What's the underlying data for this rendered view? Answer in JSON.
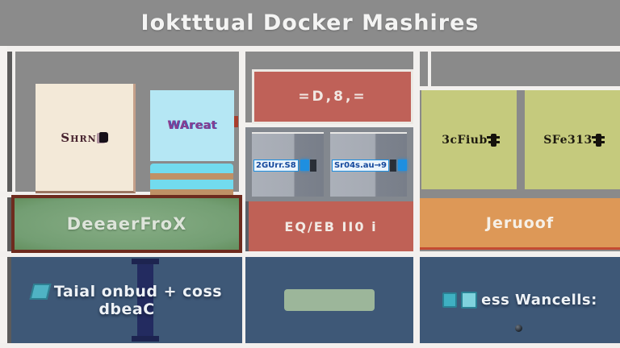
{
  "title": "Ioktttual Docker Mashires",
  "palette": {
    "background_grey": "#8a8a8a",
    "cream": "#f3e9d8",
    "sky_blue": "#b5e7f4",
    "stack_cyan": "#72dbee",
    "stack_tan": "#bf9166",
    "box_red": "#bf6158",
    "sub_box_steel": "#a9aeb8",
    "tag_blue": "#1e8fe0",
    "olive": "#c5ca7d",
    "bar_green": "#7ca37c",
    "bar_green_border": "#6e2b1e",
    "bar_orange": "#dd9857",
    "bottom_navy": "#3e5877",
    "sage_bar": "#9cb69a",
    "teal_icon": "#4fb3c4"
  },
  "nodes": {
    "cream_card": {
      "label": "Shrn"
    },
    "sky_card": {
      "label": "WAreat"
    },
    "red_top_box": {
      "label": "=D,8,="
    },
    "container_left": {
      "label": "2GUrr.S8"
    },
    "container_right": {
      "label": "Sr04s.au→9"
    },
    "olive_left": {
      "label": "3cFiub"
    },
    "olive_right": {
      "label": "SFe313"
    },
    "green_bar": {
      "label": "DeeaerFroX"
    },
    "red_mid_bar": {
      "label": "EQ/EB II0 i"
    },
    "orange_bar": {
      "label": "Jeruoof"
    },
    "navy_left": {
      "line1": "Taial onbud + coss",
      "line2": "dbeaC"
    },
    "navy_right": {
      "label": "ess Wancells:"
    }
  }
}
